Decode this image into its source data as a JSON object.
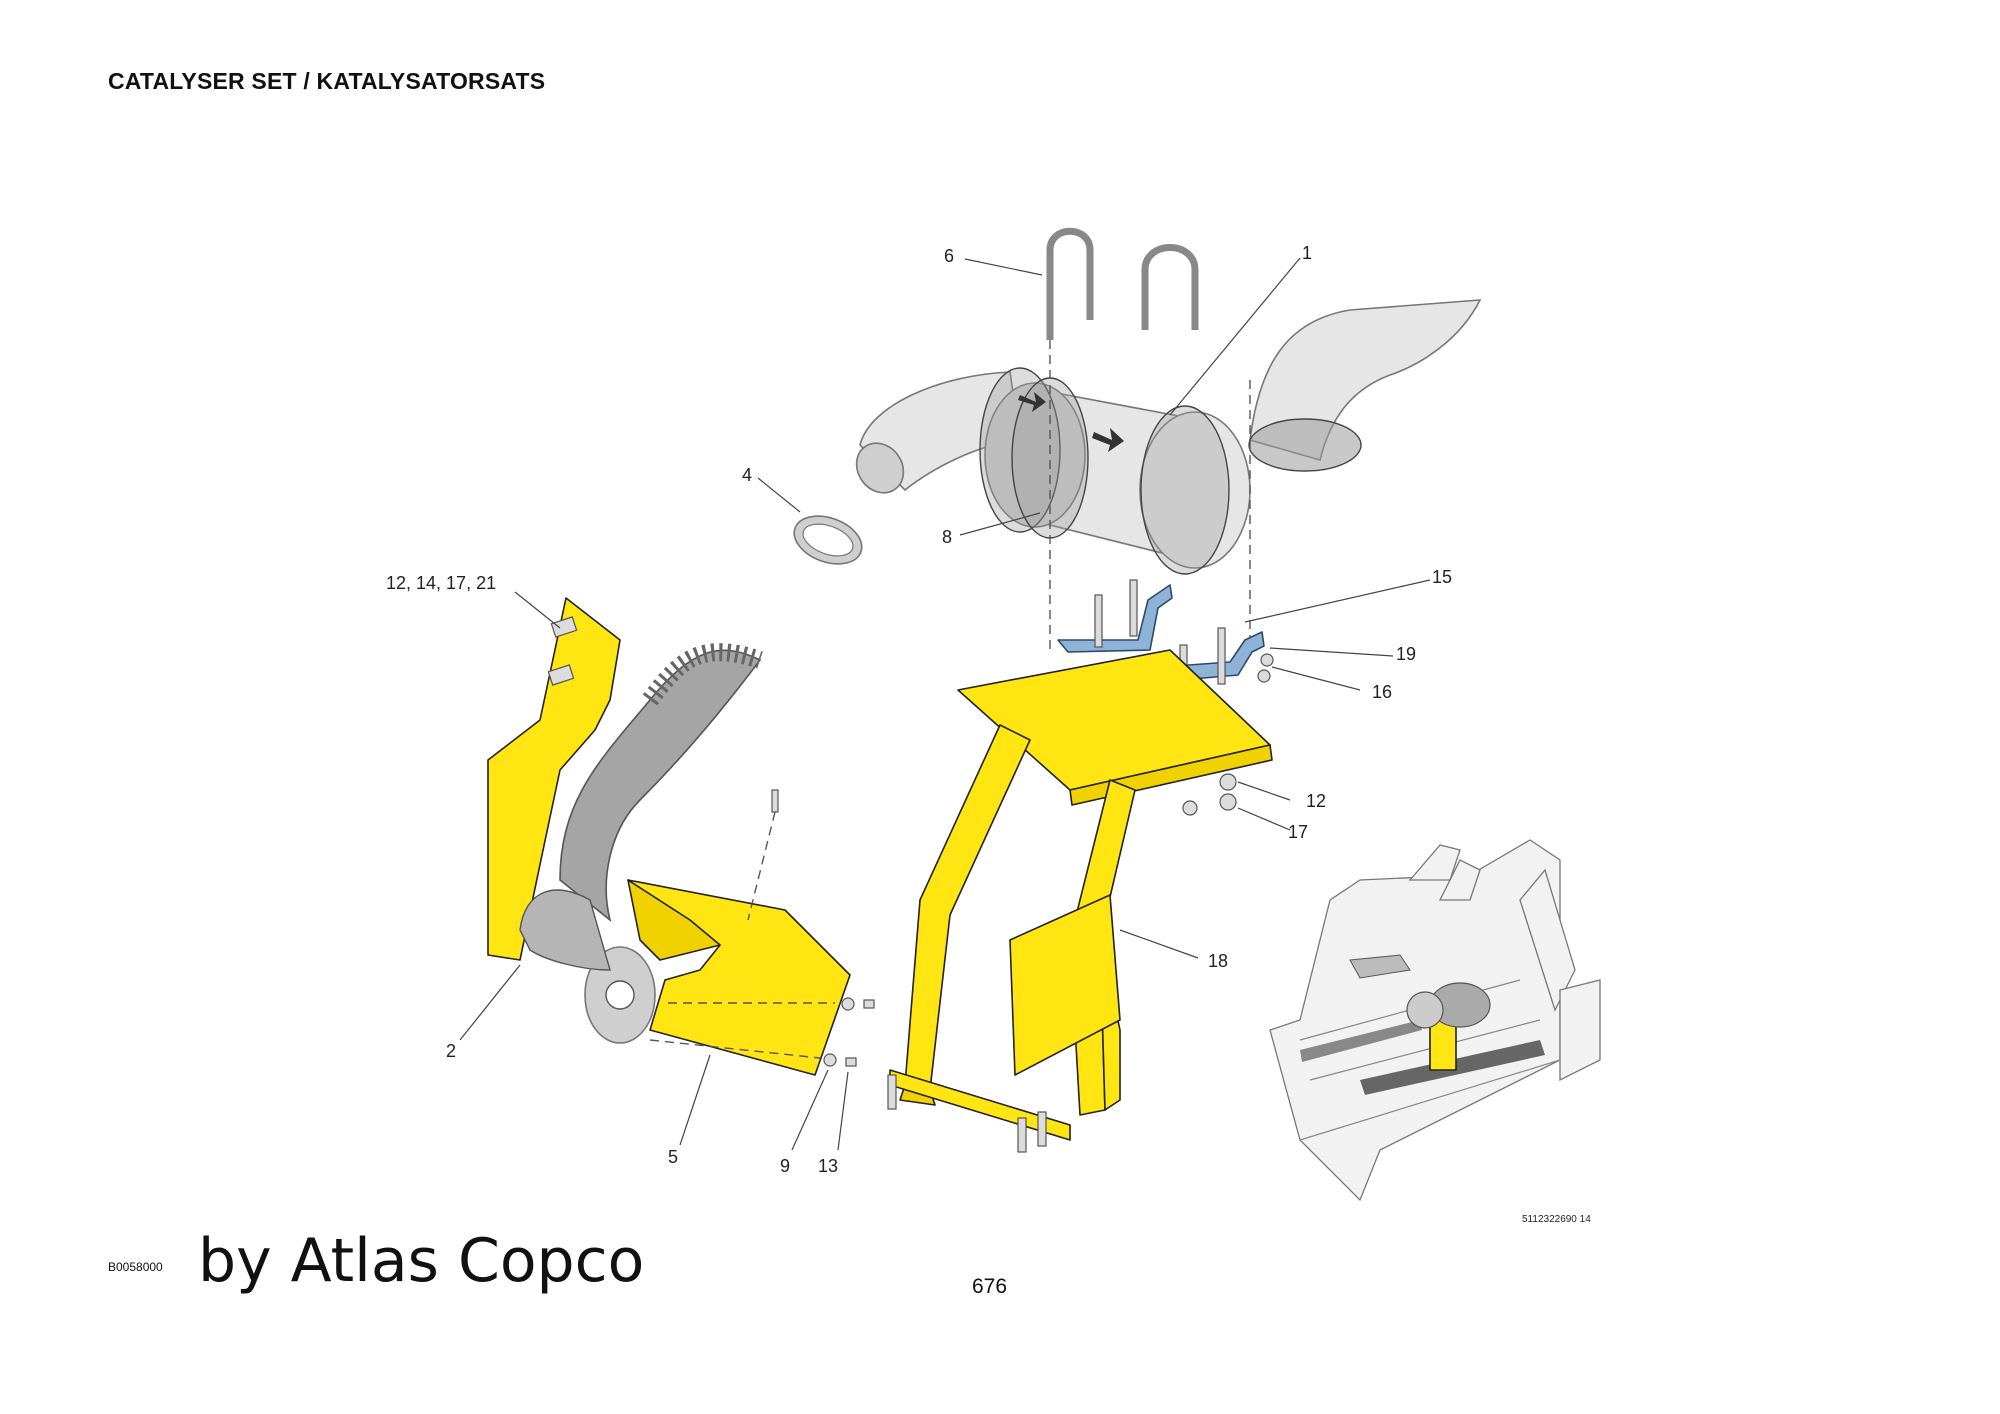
{
  "title": "CATALYSER SET / KATALYSATORSATS",
  "callouts": {
    "c1": "1",
    "c2": "2",
    "c4": "4",
    "c5": "5",
    "c6": "6",
    "c8": "8",
    "c9": "9",
    "c12a": "12, 14, 17, 21",
    "c12b": "12",
    "c13": "13",
    "c15": "15",
    "c16": "16",
    "c17": "17",
    "c18": "18",
    "c19": "19"
  },
  "drawing_number": "5112322690 14",
  "page_number": "676",
  "footer": {
    "code": "B0058000",
    "brand": "by Atlas Copco"
  },
  "colors": {
    "part_highlight": "#ffe512",
    "bracket": "#8fb3d6",
    "pipe": "#e6e6e6"
  }
}
